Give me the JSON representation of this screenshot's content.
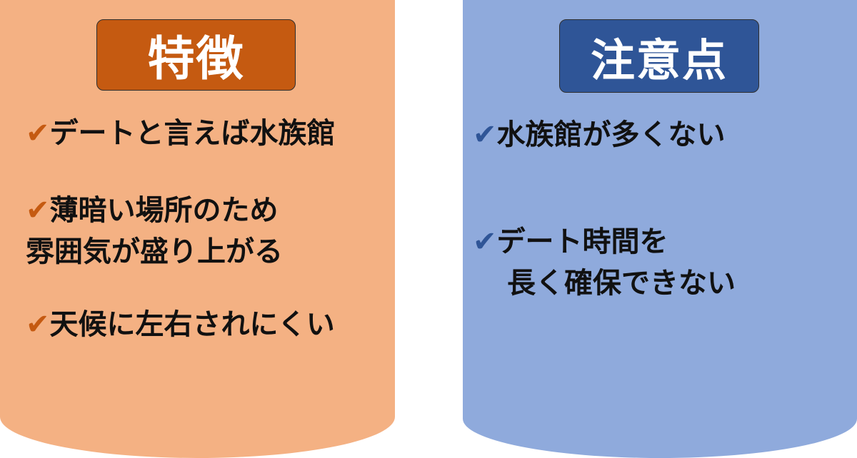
{
  "colors": {
    "left_panel": "#f4b183",
    "left_heading": "#c55a11",
    "left_check": "#c55a11",
    "right_panel": "#8faadc",
    "right_heading": "#2f5597",
    "right_check": "#2f5597",
    "text": "#111111",
    "heading_text": "#ffffff"
  },
  "icons": {
    "check": "check-icon"
  },
  "left": {
    "heading": "特徴",
    "check_mark": "✔",
    "items": [
      {
        "lines": [
          "デートと言えば水族館"
        ]
      },
      {
        "lines": [
          "薄暗い場所のため",
          "雰囲気が盛り上がる"
        ]
      },
      {
        "lines": [
          "天候に左右されにくい"
        ]
      }
    ]
  },
  "right": {
    "heading": "注意点",
    "check_mark": "✔",
    "items": [
      {
        "lines": [
          "水族館が多くない"
        ]
      },
      {
        "lines": [
          "デート時間を",
          "長く確保できない"
        ]
      }
    ]
  }
}
